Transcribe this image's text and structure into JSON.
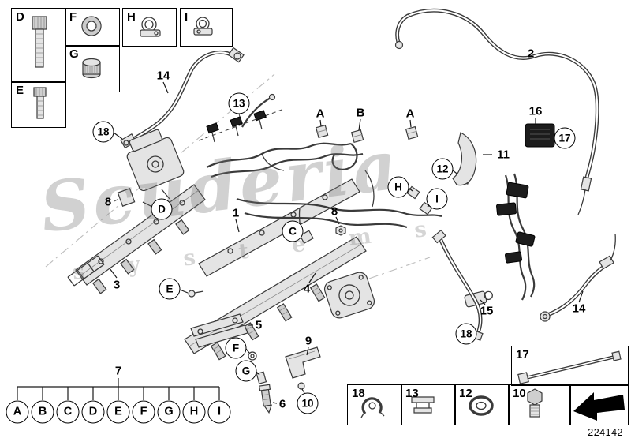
{
  "part_number": "224142",
  "watermark": {
    "text": "Scuderia",
    "subtext": "s y s t e m s"
  },
  "inset": {
    "d": "D",
    "e": "E",
    "f": "F",
    "g": "G",
    "h": "H",
    "i": "I"
  },
  "callouts": {
    "hose_top_14": "14",
    "clamp_18_left": "18",
    "clip_13": "13",
    "clip_a_left": "A",
    "clip_b": "B",
    "clip_a_right": "A",
    "feed_pipe_2": "2",
    "connector_16": "16",
    "grommet_17": "17",
    "bracket_11": "11",
    "clamp_12": "12",
    "clip_h": "H",
    "clip_i": "I",
    "screw_8_left": "8",
    "holder_d": "D",
    "rail_1": "1",
    "plug_8_right": "8",
    "clamp_c": "C",
    "rail_3": "3",
    "rail_4": "4",
    "screw_e": "E",
    "bracket_5": "5",
    "washer_f": "F",
    "sleeve_g": "G",
    "cover_9": "9",
    "injector_6": "6",
    "plug_10": "10",
    "group_7": "7",
    "sensor_15": "15",
    "clamp_18_right": "18",
    "hose_right_14": "14"
  },
  "letter_row": [
    "A",
    "B",
    "C",
    "D",
    "E",
    "F",
    "G",
    "H",
    "I"
  ],
  "legend": {
    "box17": "17",
    "box18": "18",
    "box13": "13",
    "box12": "12",
    "box10": "10"
  }
}
